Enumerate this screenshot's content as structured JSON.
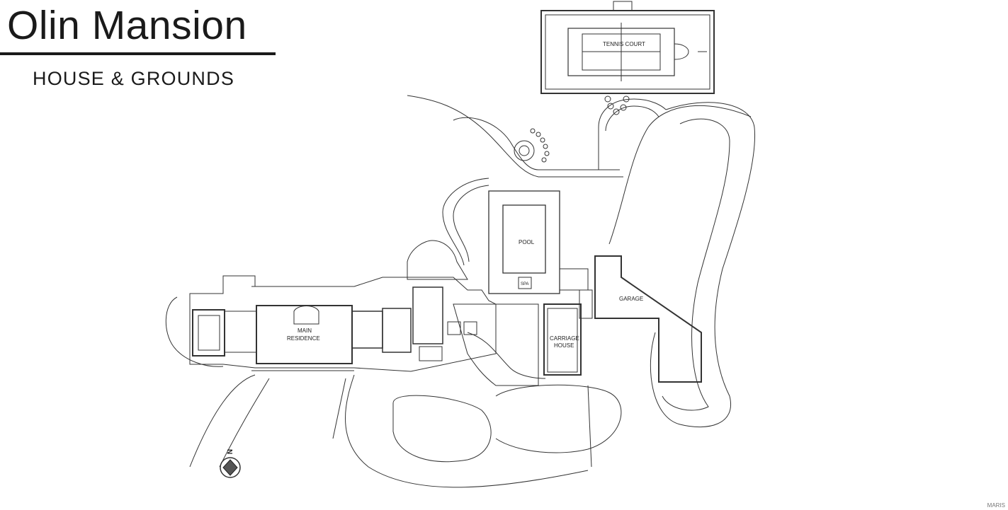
{
  "header": {
    "title": "Olin Mansion",
    "subtitle": "HOUSE & GROUNDS"
  },
  "labels": {
    "tennis_court": "TENNIS COURT",
    "pool": "POOL",
    "spa": "SPA",
    "garage": "GARAGE",
    "main_residence_line1": "MAIN",
    "main_residence_line2": "RESIDENCE",
    "carriage_house_line1": "CARRIAGE",
    "carriage_house_line2": "HOUSE",
    "north": "N"
  },
  "watermark": "MARIS"
}
